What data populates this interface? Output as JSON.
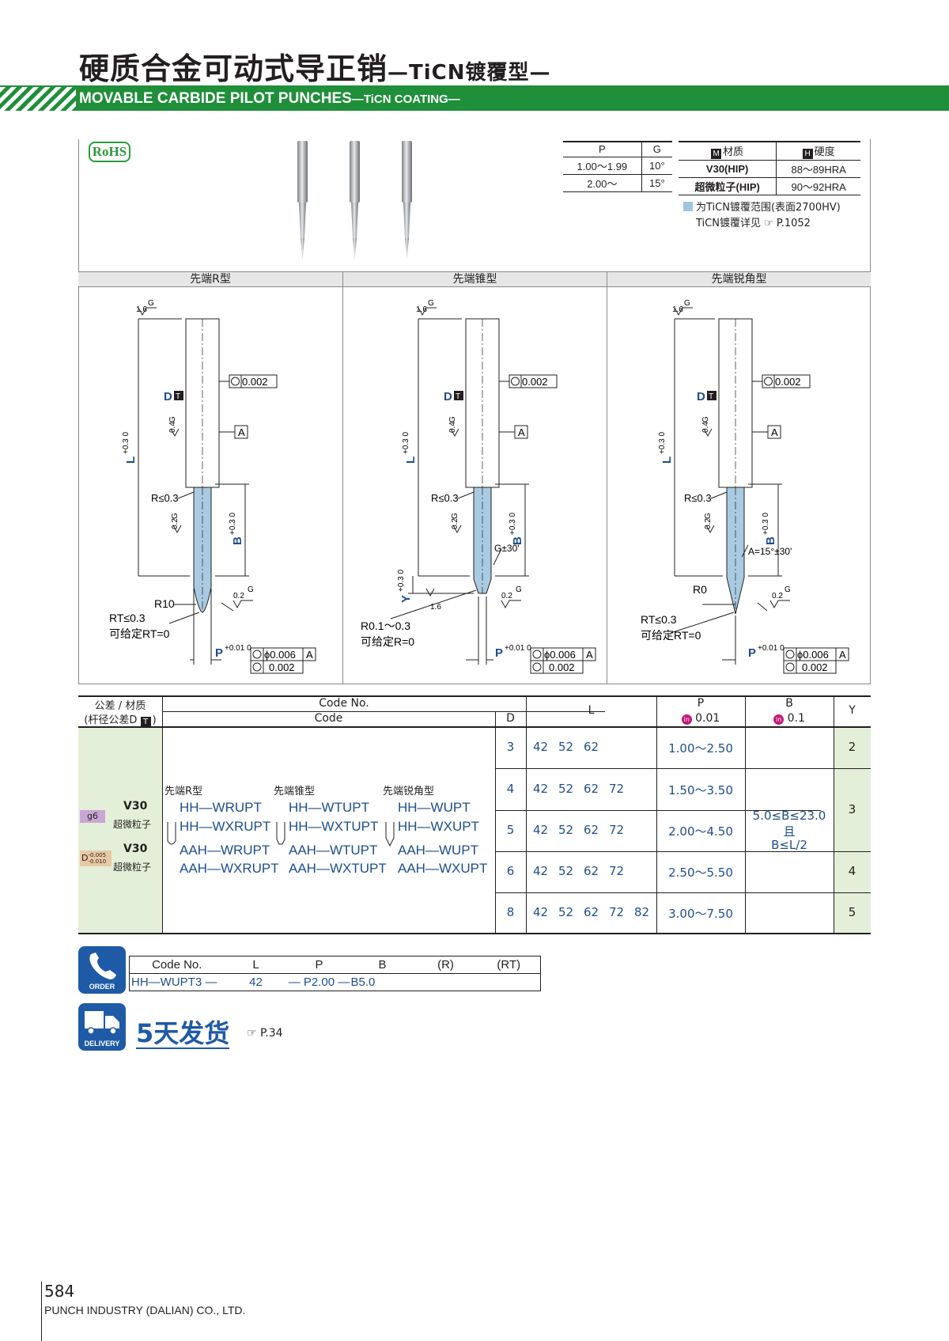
{
  "header": {
    "title_cn": "硬质合金可动式导正销",
    "title_cn_sub": "—TiCN镀覆型—",
    "title_en": "MOVABLE CARBIDE PILOT PUNCHES",
    "title_en_sub": "—TiCN COATING—"
  },
  "rohs_label": "RoHS",
  "pg_table": {
    "headers": [
      "P",
      "G"
    ],
    "rows": [
      [
        "1.00～1.99",
        "10°"
      ],
      [
        "2.00～",
        "15°"
      ]
    ]
  },
  "material_table": {
    "mark_material": "M",
    "header_material": "材质",
    "mark_hardness": "H",
    "header_hardness": "硬度",
    "rows": [
      [
        "V30(HIP)",
        "88～89HRA"
      ],
      [
        "超微粒子(HIP)",
        "90～92HRA"
      ]
    ]
  },
  "legend": {
    "line1": "为TiCN镀覆范围(表面2700HV)",
    "line2": "TiCN镀覆详见",
    "ref_page": "P.1052"
  },
  "tip_types": [
    "先端R型",
    "先端锥型",
    "先端锐角型"
  ],
  "drawing": {
    "dim_D": "D",
    "mark_T": "T",
    "dim_L": "L",
    "tol_L": "+0.3 0",
    "dim_B": "B",
    "tol_B": "+0.3 0",
    "dim_P": "P",
    "tol_P": "+0.01 0",
    "dim_Y": "Y",
    "tol_Y": "+0.3 0",
    "roughness_top": "1.6",
    "roughness_mid": "0.4",
    "roughness_low": "0.2",
    "roughness_grade": "G",
    "concentricity": "0.002",
    "runout": "ϕ0.006",
    "datum": "A",
    "r_neck": "R≤0.3",
    "r_type": {
      "radius": "R10",
      "rt": "RT≤0.3",
      "note": "可给定RT=0"
    },
    "taper_type": {
      "angle": "G±30'",
      "r": "R0.1～0.3",
      "note": "可给定R=0",
      "roughness": "1.6"
    },
    "sharp_type": {
      "r": "R0",
      "angle": "A=15°±30'",
      "rt": "RT≤0.3",
      "note": "可给定RT=0"
    }
  },
  "main_table": {
    "col_tol_material": "公差 / 材质",
    "col_tol_material_sub": "(杆径公差D",
    "col_code_no": "Code No.",
    "col_code": "Code",
    "col_D": "D",
    "col_L": "L",
    "col_P": "P",
    "col_P_unit": "0.01",
    "col_B": "B",
    "col_B_unit": "0.1",
    "col_Y": "Y",
    "unit_mark": "in",
    "tol_g6": "g6",
    "tol_D": "D",
    "tol_D_sup": "-0.005",
    "tol_D_sub": "-0.010",
    "mat_v30": "V30",
    "mat_ultra": "超微粒子",
    "type_labels": [
      "先端R型",
      "先端锥型",
      "先端锐角型"
    ],
    "codes": [
      [
        "HH—WRUPT",
        "HH—WXRUPT",
        "AAH—WRUPT",
        "AAH—WXRUPT"
      ],
      [
        "HH—WTUPT",
        "HH—WXTUPT",
        "AAH—WTUPT",
        "AAH—WXTUPT"
      ],
      [
        "HH—WUPT",
        "HH—WXUPT",
        "AAH—WUPT",
        "AAH—WXUPT"
      ]
    ],
    "rows": [
      {
        "D": "3",
        "L": [
          "42",
          "52",
          "62"
        ],
        "P": "1.00～2.50"
      },
      {
        "D": "4",
        "L": [
          "42",
          "52",
          "62",
          "72"
        ],
        "P": "1.50～3.50"
      },
      {
        "D": "5",
        "L": [
          "42",
          "52",
          "62",
          "72"
        ],
        "P": "2.00～4.50"
      },
      {
        "D": "6",
        "L": [
          "42",
          "52",
          "62",
          "72"
        ],
        "P": "2.50～5.50"
      },
      {
        "D": "8",
        "L": [
          "42",
          "52",
          "62",
          "72",
          "82"
        ],
        "P": "3.00～7.50"
      }
    ],
    "B_range": [
      "5.0≤B≤23.0",
      "且",
      "B≤L/2"
    ],
    "Y": [
      "2",
      "3",
      "4",
      "5"
    ]
  },
  "order": {
    "icon_label": "ORDER",
    "headers": [
      "Code No.",
      "L",
      "P",
      "B",
      "(R)",
      "(RT)"
    ],
    "example": [
      "HH—WUPT3 —",
      "42",
      "— P2.00 —",
      "B5.0",
      "",
      ""
    ]
  },
  "delivery": {
    "icon_label": "DELIVERY",
    "text": "5天发货",
    "ref_page": "P.34"
  },
  "footer": {
    "page_number": "584",
    "company": "PUNCH INDUSTRY (DALIAN) CO., LTD."
  }
}
